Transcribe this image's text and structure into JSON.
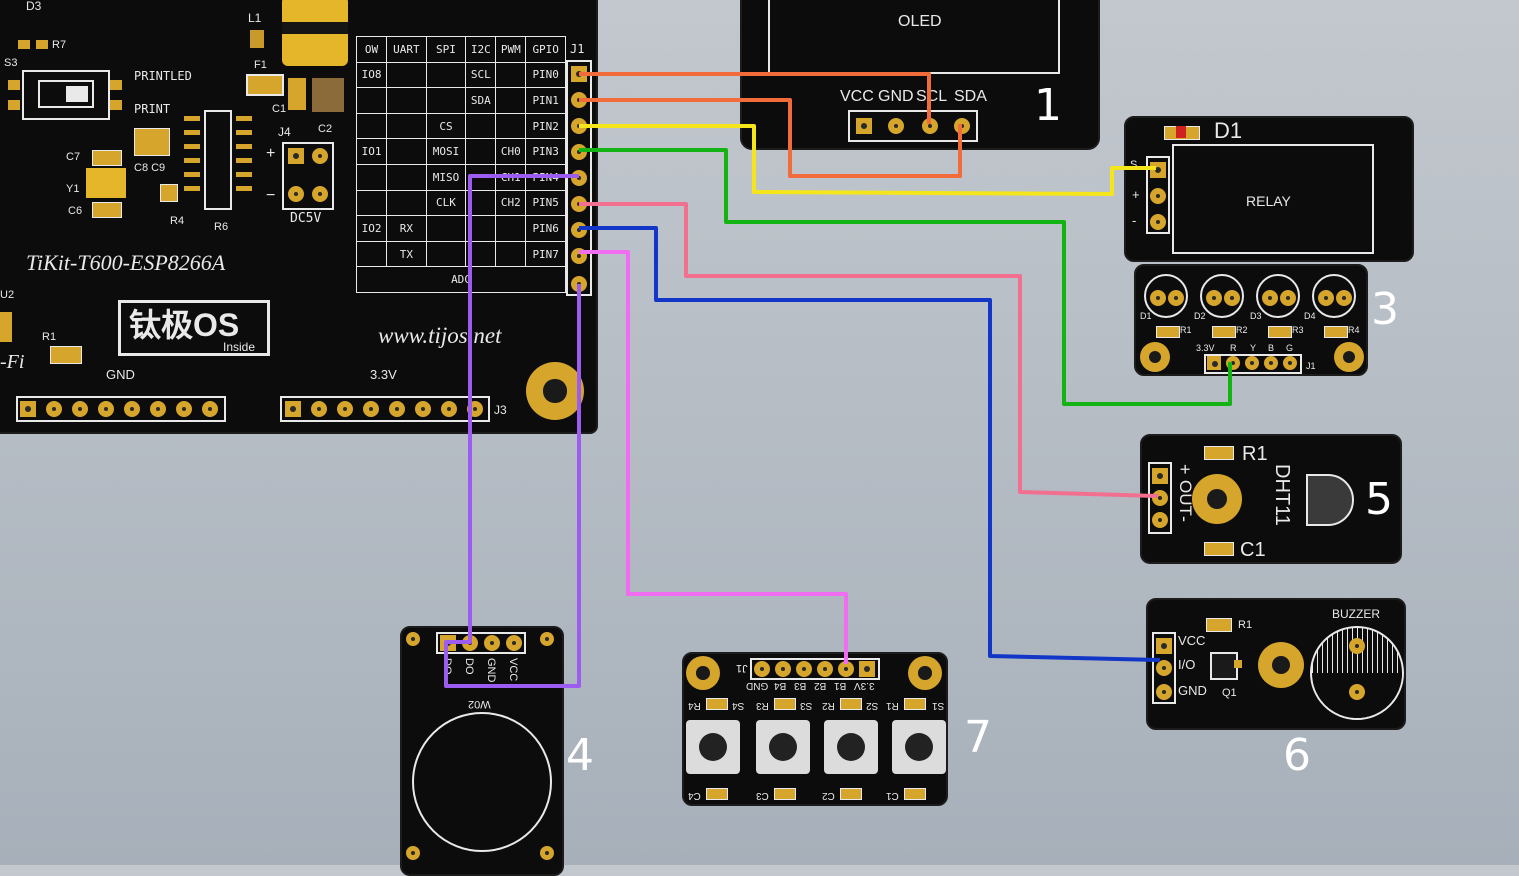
{
  "main_board": {
    "name": "TiKit-T600-ESP8266A",
    "logo": "钛极OS",
    "logo_sub": "Inside",
    "url": "www.tijos.net",
    "pin_header_label": "J1",
    "bottom_header_label": "J3",
    "power_label": "DC5V",
    "gnd_label": "GND",
    "v33_label": "3.3V",
    "fragment_label": "-Fi",
    "silk": [
      "D3",
      "R7",
      "S3",
      "PRINTLED",
      "PRINT",
      "L1",
      "F1",
      "C1",
      "C2",
      "J4",
      "C7",
      "C8 C9",
      "Y1",
      "C6",
      "R4",
      "U2",
      "R1",
      "R6"
    ],
    "table_headers": [
      "OW",
      "UART",
      "SPI",
      "I2C",
      "PWM",
      "GPIO"
    ],
    "table_rows": [
      [
        "IO8",
        "",
        "",
        "SCL",
        "",
        "PIN0"
      ],
      [
        "",
        "",
        "",
        "SDA",
        "",
        "PIN1"
      ],
      [
        "",
        "",
        "CS",
        "",
        "",
        "PIN2"
      ],
      [
        "IO1",
        "",
        "MOSI",
        "",
        "CH0",
        "PIN3"
      ],
      [
        "",
        "",
        "MISO",
        "",
        "CH1",
        "PIN4"
      ],
      [
        "",
        "",
        "CLK",
        "",
        "CH2",
        "PIN5"
      ],
      [
        "IO2",
        "RX",
        "",
        "",
        "",
        "PIN6"
      ],
      [
        "",
        "TX",
        "",
        "",
        "",
        "PIN7"
      ]
    ],
    "table_footer": "ADC"
  },
  "modules": [
    {
      "number": "1",
      "name": "OLED",
      "pins": [
        "VCC",
        "GND",
        "SCL",
        "SDA"
      ]
    },
    {
      "number": "",
      "name": "RELAY",
      "ref": "D1",
      "pins": [
        "S",
        "+",
        "-"
      ]
    },
    {
      "number": "3",
      "name": "",
      "pins": [
        "3.3V",
        "R",
        "Y",
        "B",
        "G"
      ],
      "refs": [
        "D1",
        "D2",
        "D3",
        "D4",
        "R1",
        "R2",
        "R3",
        "R4",
        "J1"
      ]
    },
    {
      "number": "4",
      "name": "W02",
      "pins": [
        "DO",
        "DO",
        "GND",
        "VCC"
      ]
    },
    {
      "number": "5",
      "name": "DHT11",
      "pins": [
        "+",
        "OUT",
        "-"
      ],
      "refs": [
        "R1",
        "C1"
      ]
    },
    {
      "number": "6",
      "name": "BUZZER",
      "pins": [
        "VCC",
        "I/O",
        "GND"
      ],
      "refs": [
        "R1",
        "Q1"
      ]
    },
    {
      "number": "7",
      "name": "",
      "ref": "J1",
      "pins": [
        "GND",
        "B4",
        "B3",
        "B2",
        "B1",
        "3.3V"
      ],
      "buttons": [
        "S1",
        "S2",
        "S3",
        "S4"
      ],
      "resistors": [
        "R1",
        "R2",
        "R3",
        "R4"
      ],
      "caps": [
        "C1",
        "C2",
        "C3",
        "C4"
      ]
    }
  ],
  "wires": [
    {
      "from": "PIN0",
      "to": "OLED SCL",
      "color": "#f26b3a"
    },
    {
      "from": "PIN1",
      "to": "OLED SDA",
      "color": "#f26b3a"
    },
    {
      "from": "PIN2",
      "to": "RELAY S",
      "color": "#f5e61b"
    },
    {
      "from": "PIN3",
      "to": "LED R",
      "color": "#12b312"
    },
    {
      "from": "PIN4",
      "to": "W02 DO",
      "color": "#9d5cf0"
    },
    {
      "from": "PIN5",
      "to": "DHT11 OUT",
      "color": "#f26f8f"
    },
    {
      "from": "PIN6",
      "to": "BUZZER I/O",
      "color": "#1236c8"
    },
    {
      "from": "PIN7",
      "to": "KEY B1",
      "color": "#f06cf0"
    }
  ]
}
